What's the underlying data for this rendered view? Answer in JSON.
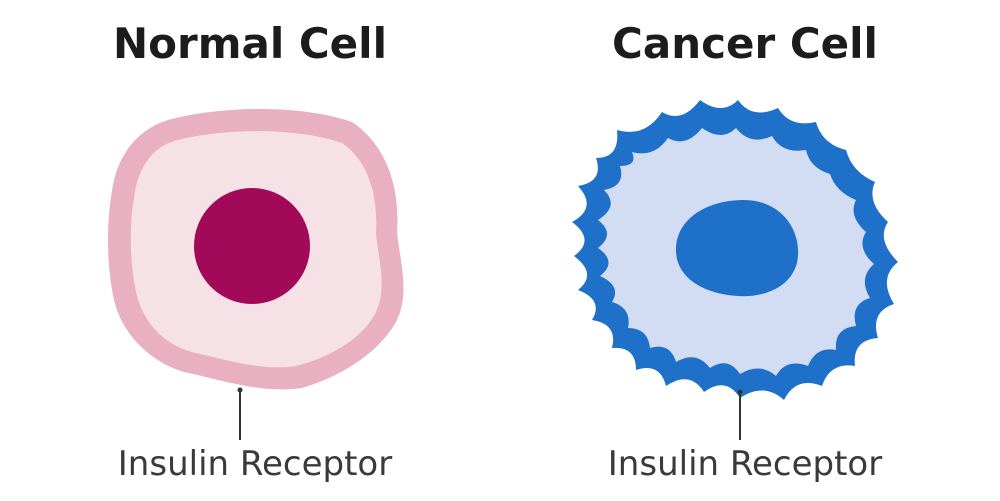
{
  "normal_cell": {
    "title": "Normal Cell",
    "receptor_label": "Insulin Receptor",
    "colors": {
      "membrane": "#e9b0c1",
      "cytoplasm": "#f5e1e6",
      "nucleus": "#a20a59",
      "pointer": "#333333"
    }
  },
  "cancer_cell": {
    "title": "Cancer Cell",
    "receptor_label": "Insulin Receptor",
    "colors": {
      "membrane": "#1f70c8",
      "cytoplasm": "#d2dcf2",
      "nucleus": "#1f70c8",
      "pointer": "#333333"
    }
  }
}
